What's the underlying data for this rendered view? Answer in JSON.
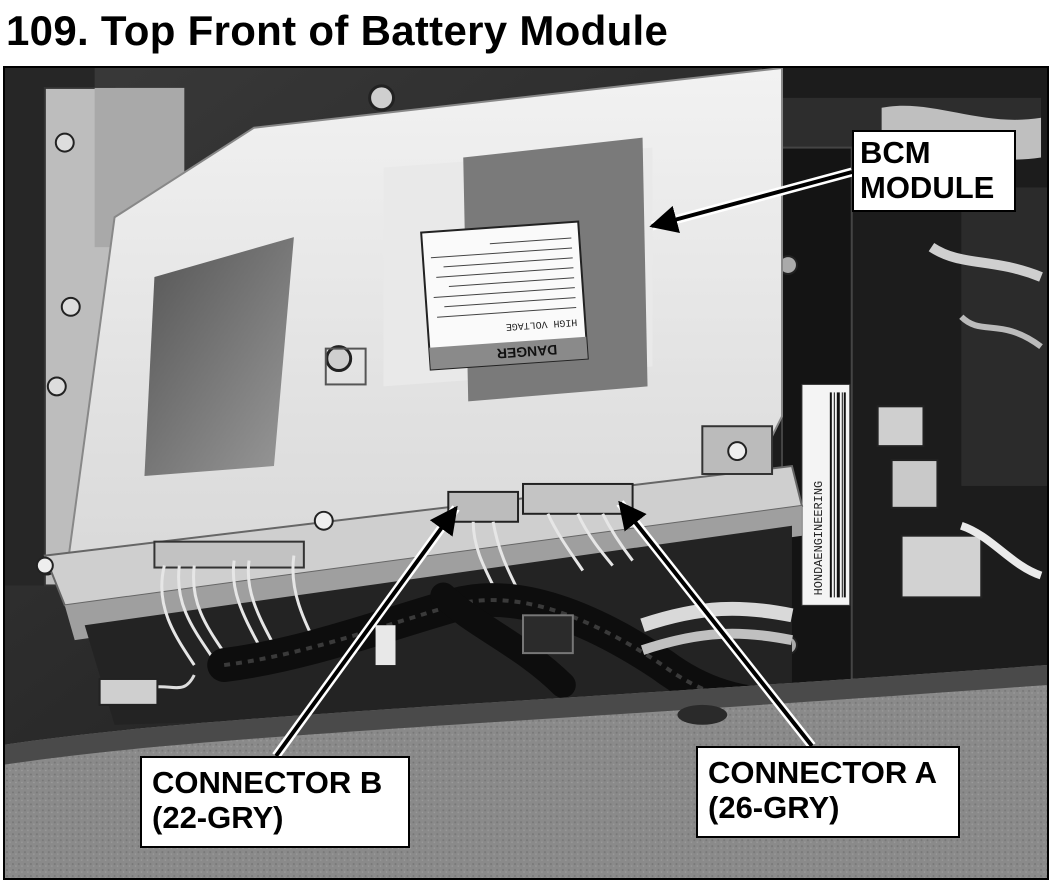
{
  "title": "109. Top Front of Battery Module",
  "callouts": {
    "bcm": {
      "line1": "BCM",
      "line2": "MODULE"
    },
    "connector_b": {
      "line1": "CONNECTOR B",
      "line2": "(22-GRY)"
    },
    "connector_a": {
      "line1": "CONNECTOR A",
      "line2": "(26-GRY)"
    }
  },
  "photo": {
    "warning_label": {
      "header": "DANGER",
      "subheader": "HIGH VOLTAGE"
    },
    "barcode_text": "HONDAENGINEERING"
  }
}
